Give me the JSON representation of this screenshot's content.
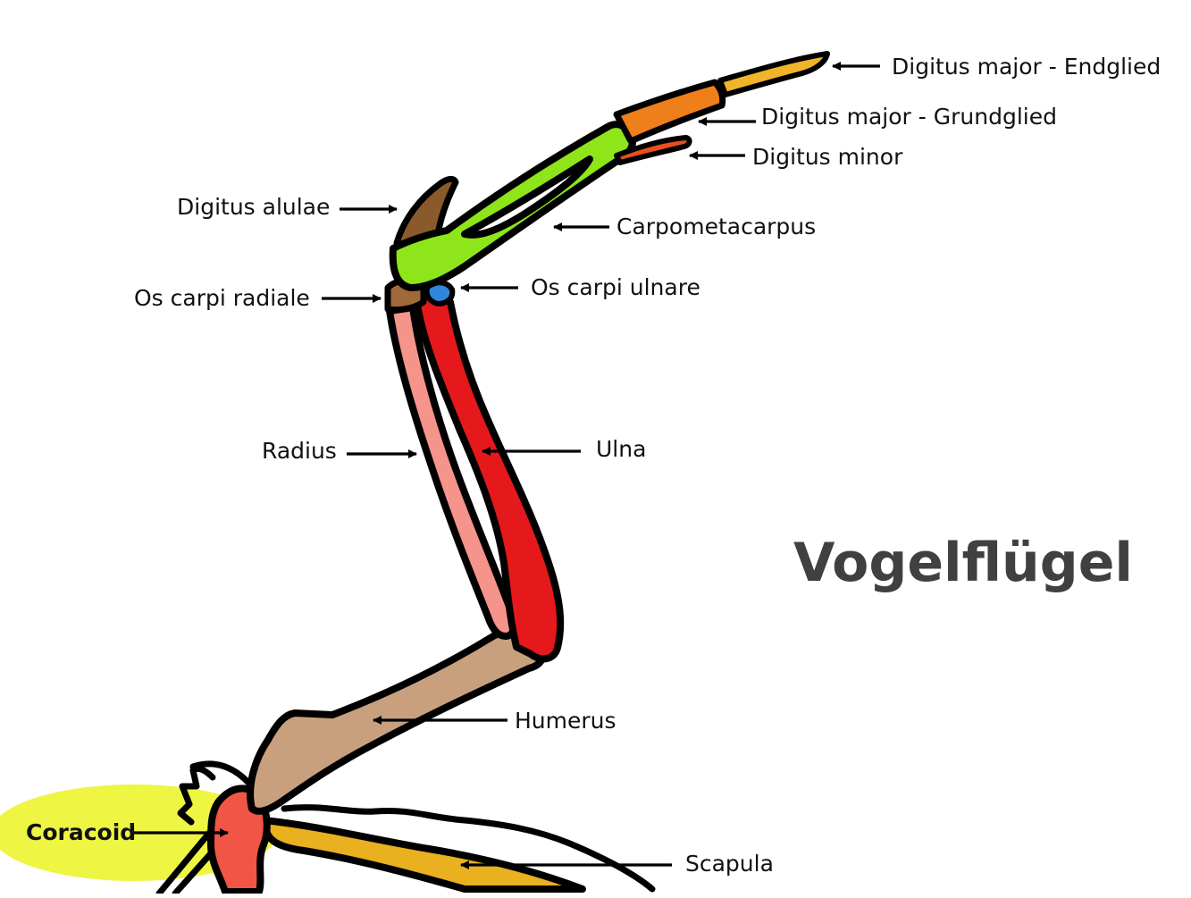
{
  "title": "Vogelflügel",
  "labels": {
    "digitus_major_endglied": "Digitus major - Endglied",
    "digitus_major_grundglied": "Digitus major - Grundglied",
    "digitus_minor": "Digitus minor",
    "digitus_alulae": "Digitus alulae",
    "carpometacarpus": "Carpometacarpus",
    "os_carpi_radiale": "Os carpi radiale",
    "os_carpi_ulnare": "Os carpi ulnare",
    "radius": "Radius",
    "ulna": "Ulna",
    "humerus": "Humerus",
    "coracoid": "Coracoid",
    "scapula": "Scapula"
  },
  "colors": {
    "digitus_major_endglied": "#f0b428",
    "digitus_major_grundglied": "#ef7f1a",
    "digitus_minor": "#e8501c",
    "digitus_alulae": "#8b5a2b",
    "carpometacarpus": "#8ee51a",
    "os_carpi_radiale": "#a0693a",
    "os_carpi_ulnare": "#2e86de",
    "radius": "#f4948a",
    "ulna": "#e5191b",
    "humerus": "#c8a07e",
    "coracoid": "#f05545",
    "scapula": "#e9b020",
    "coracoid_highlight": "#eef542",
    "outline": "#000000",
    "title": "#404040"
  }
}
